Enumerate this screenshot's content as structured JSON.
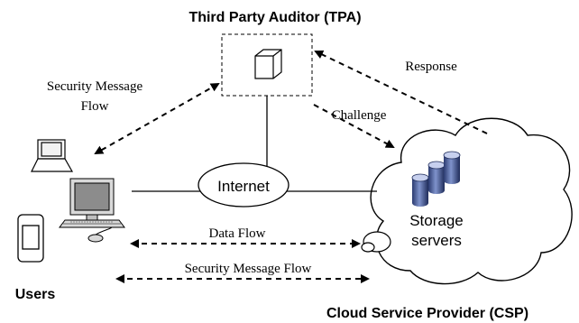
{
  "labels": {
    "tpa": "Third Party Auditor (TPA)",
    "response": "Response",
    "security_flow_top_line1": "Security Message",
    "security_flow_top_line2": "Flow",
    "challenge": "Challenge",
    "internet": "Internet",
    "storage_line1": "Storage",
    "storage_line2": "servers",
    "data_flow": "Data Flow",
    "security_flow_bottom": "Security Message Flow",
    "users": "Users",
    "csp": "Cloud Service Provider (CSP)"
  },
  "icons": [
    "cube-icon",
    "laptop-icon",
    "desktop-computer-icon",
    "mobile-phone-icon",
    "database-cylinder-icon",
    "cloud-icon"
  ],
  "colors": {
    "line": "#000000",
    "server_blue": "#3a4f8f",
    "screen_gray": "#8c8c8c"
  }
}
